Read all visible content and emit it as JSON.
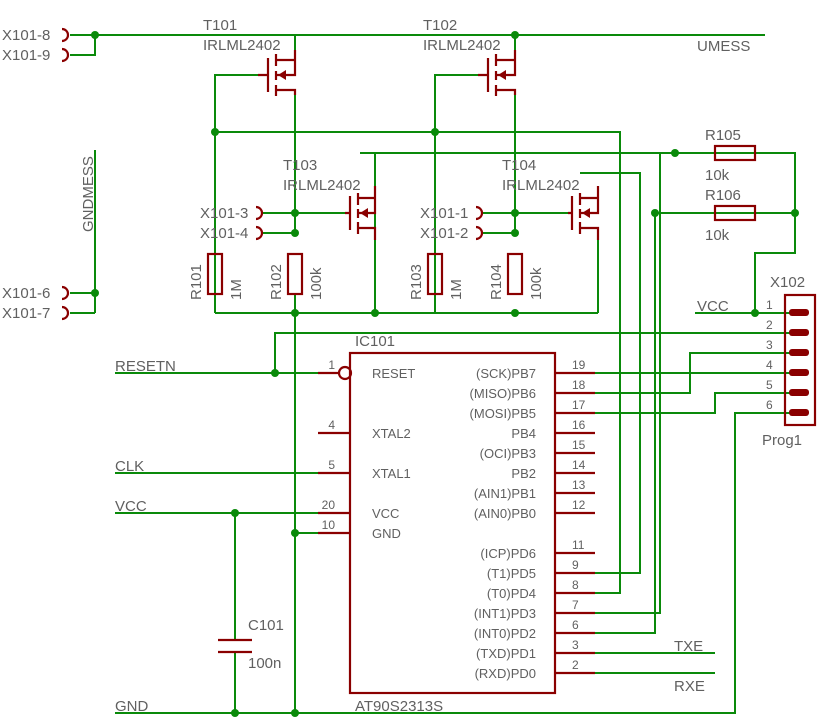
{
  "colors": {
    "wire": "#0a8a0a",
    "component": "#8a0000",
    "text": "#606060",
    "background": "#ffffff"
  },
  "nets": {
    "umess": "UMESS",
    "gndmess": "GNDMESS",
    "resetn": "RESETN",
    "clk": "CLK",
    "vcc_left": "VCC",
    "vcc_right": "VCC",
    "gnd": "GND",
    "txe": "TXE",
    "rxe": "RXE"
  },
  "connectors_x101": {
    "p8": "X101-8",
    "p9": "X101-9",
    "p6": "X101-6",
    "p7": "X101-7",
    "p3": "X101-3",
    "p4": "X101-4",
    "p1": "X101-1",
    "p2": "X101-2"
  },
  "transistors": [
    {
      "name": "T101",
      "value": "IRLML2402"
    },
    {
      "name": "T102",
      "value": "IRLML2402"
    },
    {
      "name": "T103",
      "value": "IRLML2402"
    },
    {
      "name": "T104",
      "value": "IRLML2402"
    }
  ],
  "resistors": {
    "r101": {
      "name": "R101",
      "value": "1M"
    },
    "r102": {
      "name": "R102",
      "value": "100k"
    },
    "r103": {
      "name": "R103",
      "value": "1M"
    },
    "r104": {
      "name": "R104",
      "value": "100k"
    },
    "r105": {
      "name": "R105",
      "value": "10k"
    },
    "r106": {
      "name": "R106",
      "value": "10k"
    }
  },
  "capacitor": {
    "name": "C101",
    "value": "100n"
  },
  "ic": {
    "name": "IC101",
    "value": "AT90S2313S",
    "left_pins": [
      {
        "num": "1",
        "label": "RESET"
      },
      {
        "num": "4",
        "label": "XTAL2"
      },
      {
        "num": "5",
        "label": "XTAL1"
      },
      {
        "num": "20",
        "label": "VCC"
      },
      {
        "num": "10",
        "label": "GND"
      }
    ],
    "right_pins": [
      {
        "num": "19",
        "label": "(SCK)PB7"
      },
      {
        "num": "18",
        "label": "(MISO)PB6"
      },
      {
        "num": "17",
        "label": "(MOSI)PB5"
      },
      {
        "num": "16",
        "label": "PB4"
      },
      {
        "num": "15",
        "label": "(OCI)PB3"
      },
      {
        "num": "14",
        "label": "PB2"
      },
      {
        "num": "13",
        "label": "(AIN1)PB1"
      },
      {
        "num": "12",
        "label": "(AIN0)PB0"
      },
      {
        "num": "11",
        "label": "(ICP)PD6"
      },
      {
        "num": "9",
        "label": "(T1)PD5"
      },
      {
        "num": "8",
        "label": "(T0)PD4"
      },
      {
        "num": "7",
        "label": "(INT1)PD3"
      },
      {
        "num": "6",
        "label": "(INT0)PD2"
      },
      {
        "num": "3",
        "label": "(TXD)PD1"
      },
      {
        "num": "2",
        "label": "(RXD)PD0"
      }
    ]
  },
  "header_x102": {
    "name": "X102",
    "value": "Prog1",
    "pins": [
      "1",
      "2",
      "3",
      "4",
      "5",
      "6"
    ]
  }
}
